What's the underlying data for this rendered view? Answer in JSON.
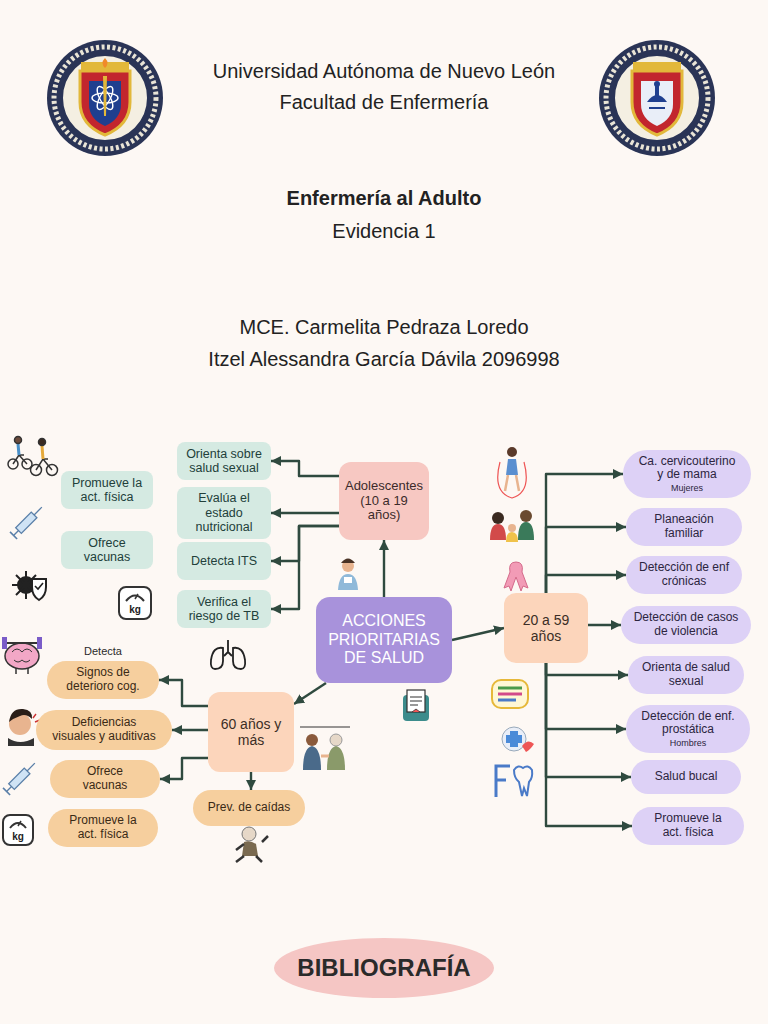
{
  "diagram": {
    "title": "Enfermería al Adulto",
    "nodes": [
      {
        "text": [
          "ACCIONES PRIORITARIAS DE SALUD"
        ]
      },
      {
        "text": [
          "Adolescentes (10 a 19 años)"
        ]
      },
      {
        "text": [
          "Orienta sobre salud sexual"
        ]
      },
      {
        "text": [
          "Evalúa el estado nutricional"
        ]
      },
      {
        "text": [
          "Detecta ITS"
        ]
      },
      {
        "text": [
          "Verifica el riesgo de TB"
        ]
      },
      {
        "text": [
          "Promueve la act. física"
        ]
      },
      {
        "text": [
          "Ofrece vacunas"
        ]
      },
      {
        "text": [
          "20 a 59 años"
        ]
      },
      {
        "text": [
          "Ca. cervicouterino y de mama",
          "Mujeres"
        ]
      },
      {
        "text": [
          "Planeación familiar"
        ]
      },
      {
        "text": [
          "Detección de enf crónicas"
        ]
      },
      {
        "text": [
          "Detección de casos de violencia"
        ]
      },
      {
        "text": [
          "Orienta de salud sexual"
        ]
      },
      {
        "text": [
          "Detección de enf. prostática",
          "Hombres"
        ]
      },
      {
        "text": [
          "Salud bucal"
        ]
      },
      {
        "text": [
          "Promueve la act. física"
        ]
      },
      {
        "text": [
          "60 años y más"
        ]
      },
      {
        "text": [
          "Detecta",
          "Signos de deterioro cog."
        ]
      },
      {
        "text": [
          "Deficiencias visuales y auditivas"
        ]
      },
      {
        "text": [
          "Ofrece vacunas"
        ]
      },
      {
        "text": [
          "Promueve la act. física"
        ]
      },
      {
        "text": [
          "Prev. de caídas"
        ]
      },
      {
        "text": [
          "BIBLIOGRAFÍA"
        ]
      }
    ],
    "edges": [
      {
        "from": 0,
        "to": 1,
        "arrow": "to"
      },
      {
        "from": 0,
        "to": 8,
        "arrow": "to"
      },
      {
        "from": 0,
        "to": 17,
        "arrow": "to"
      },
      {
        "from": 1,
        "to": 2,
        "arrow": "to"
      },
      {
        "from": 1,
        "to": 3,
        "arrow": "to"
      },
      {
        "from": 1,
        "to": 4,
        "arrow": "to"
      },
      {
        "from": 1,
        "to": 5,
        "arrow": "to"
      },
      {
        "from": 8,
        "to": 9,
        "arrow": "to"
      },
      {
        "from": 8,
        "to": 10,
        "arrow": "to"
      },
      {
        "from": 8,
        "to": 11,
        "arrow": "to"
      },
      {
        "from": 8,
        "to": 12,
        "arrow": "to"
      },
      {
        "from": 8,
        "to": 13,
        "arrow": "to"
      },
      {
        "from": 8,
        "to": 14,
        "arrow": "to"
      },
      {
        "from": 8,
        "to": 15,
        "arrow": "to"
      },
      {
        "from": 8,
        "to": 16,
        "arrow": "to"
      },
      {
        "from": 17,
        "to": 18,
        "arrow": "to"
      },
      {
        "from": 17,
        "to": 19,
        "arrow": "to"
      },
      {
        "from": 17,
        "to": 20,
        "arrow": "to"
      },
      {
        "from": 17,
        "to": 22,
        "arrow": "to"
      }
    ],
    "labels": [
      "Universidad Autónoma de Nuevo León",
      "Facultad de Enfermería",
      "Evidencia 1",
      "MCE. Carmelita Pedraza Loredo",
      "Itzel Alessandra García Dávila 2096998",
      "kg",
      "kg"
    ]
  }
}
